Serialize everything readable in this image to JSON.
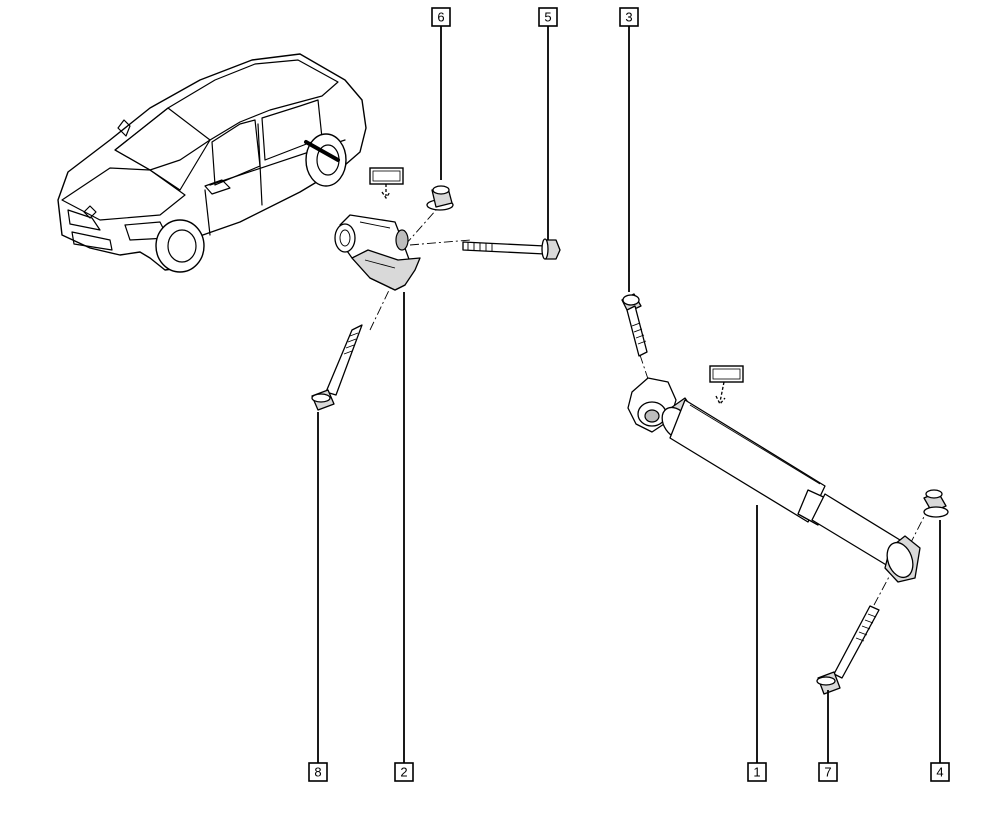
{
  "callouts": [
    {
      "id": "1",
      "label": "1"
    },
    {
      "id": "2",
      "label": "2"
    },
    {
      "id": "3",
      "label": "3"
    },
    {
      "id": "4",
      "label": "4"
    },
    {
      "id": "5",
      "label": "5"
    },
    {
      "id": "6",
      "label": "6"
    },
    {
      "id": "7",
      "label": "7"
    },
    {
      "id": "8",
      "label": "8"
    }
  ],
  "icons": {
    "vehicle": "sedan-car-icon",
    "consumable_marker": "replace-part-tag-icon"
  }
}
